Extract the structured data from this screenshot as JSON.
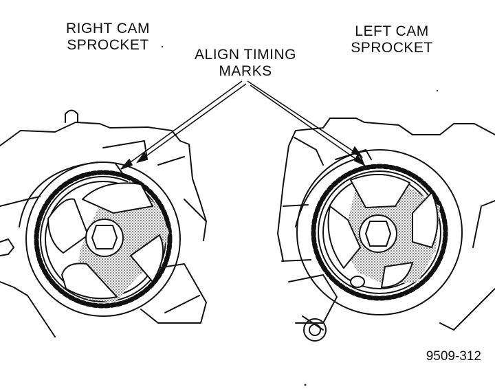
{
  "labels": {
    "right_cam_line1": "RIGHT CAM",
    "right_cam_line2": "SPROCKET",
    "left_cam_line1": "LEFT CAM",
    "left_cam_line2": "SPROCKET",
    "align_line1": "ALIGN TIMING",
    "align_line2": "MARKS",
    "figure_number": "9509-312"
  },
  "colors": {
    "ink": "#111111",
    "paper": "#ffffff",
    "hatch": "#555555"
  }
}
